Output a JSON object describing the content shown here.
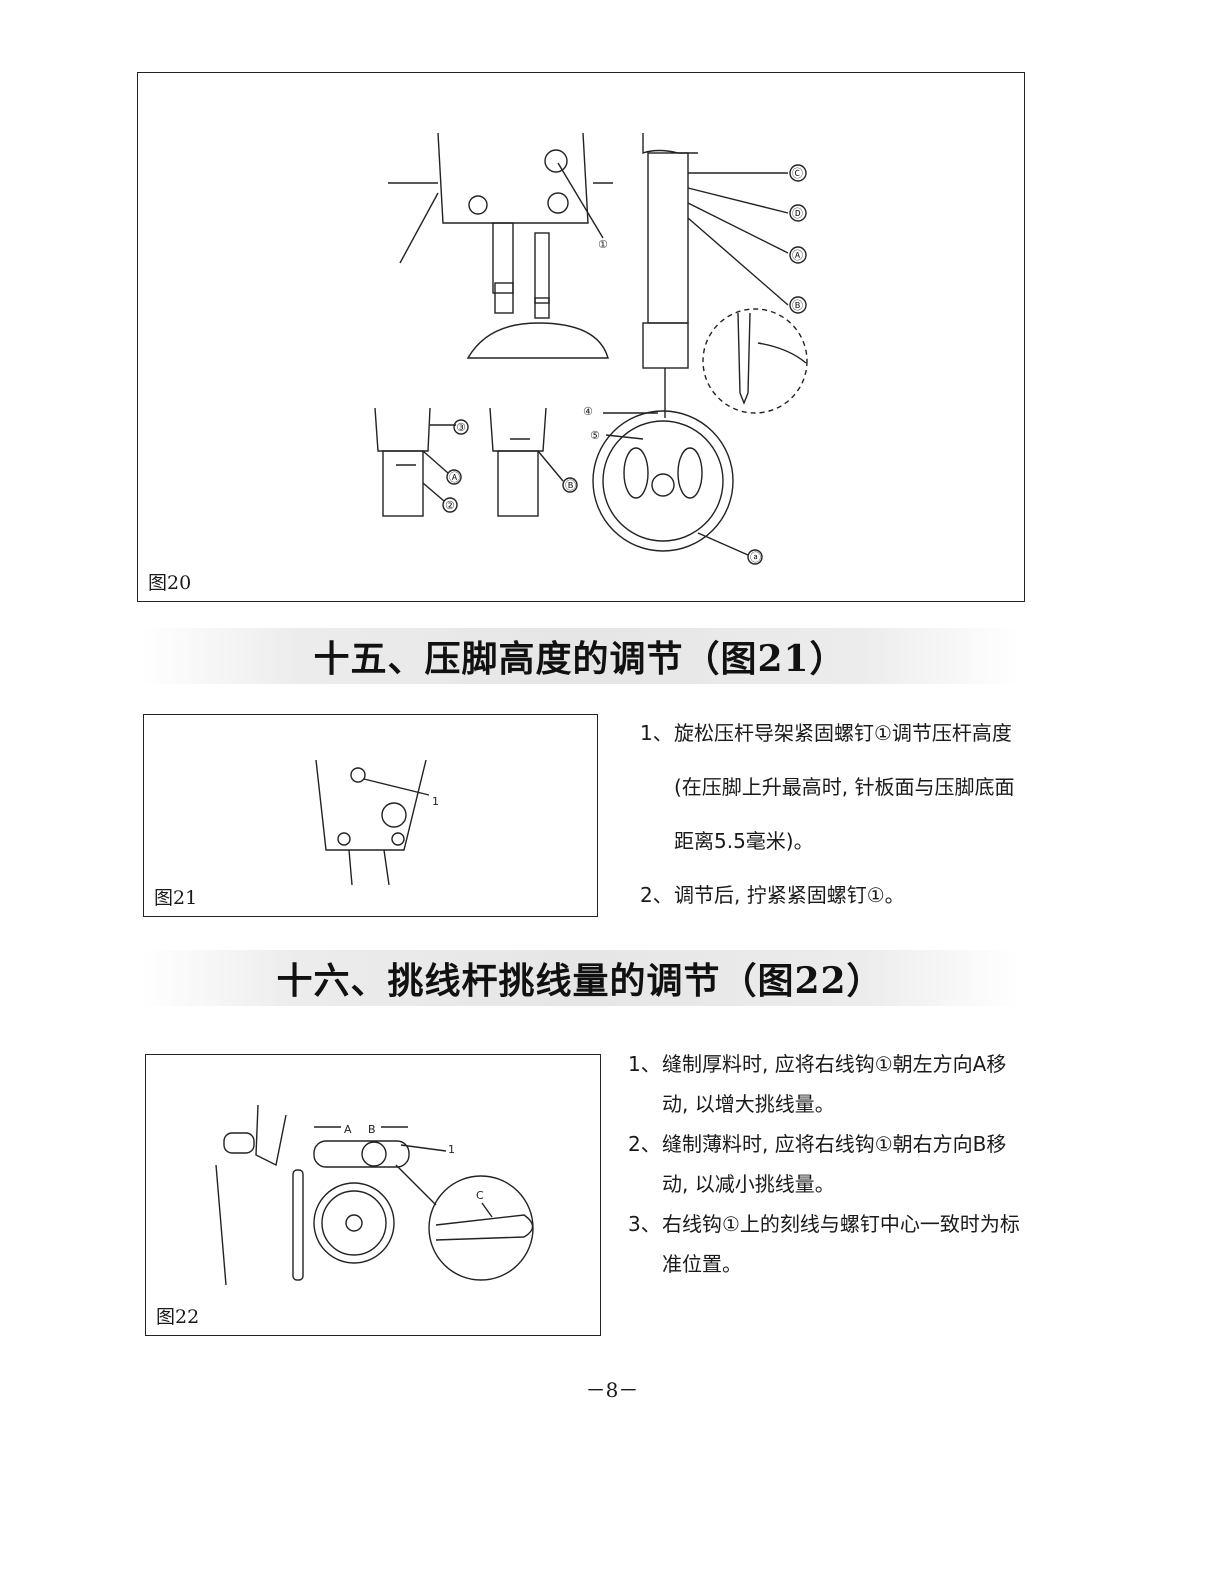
{
  "fig20": {
    "caption": "图20",
    "labels": {
      "one": "①",
      "two": "②",
      "three": "③",
      "four": "④",
      "five": "⑤",
      "A": "Ⓐ",
      "B": "Ⓑ",
      "C": "Ⓒ",
      "D": "Ⓓ",
      "a": "ⓐ"
    }
  },
  "section15": {
    "title": "十五、压脚高度的调节（图21）",
    "items": [
      {
        "num": "1、",
        "text": "旋松压杆导架紧固螺钉①调节压杆高度(在压脚上升最高时, 针板面与压脚底面距离5.5毫米)。"
      },
      {
        "num": "2、",
        "text": "调节后, 拧紧紧固螺钉①。"
      }
    ]
  },
  "fig21": {
    "caption": "图21",
    "label_1": "1"
  },
  "section16": {
    "title": "十六、挑线杆挑线量的调节（图22）",
    "items": [
      {
        "num": "1、",
        "text": "缝制厚料时, 应将右线钩①朝左方向A移动, 以增大挑线量。"
      },
      {
        "num": "2、",
        "text": "缝制薄料时, 应将右线钩①朝右方向B移动, 以减小挑线量。"
      },
      {
        "num": "3、",
        "text": "右线钩①上的刻线与螺钉中心一致时为标准位置。"
      }
    ]
  },
  "fig22": {
    "caption": "图22",
    "label_1": "1",
    "label_A": "A",
    "label_B": "B",
    "label_C": "C"
  },
  "page_number": "－8－"
}
